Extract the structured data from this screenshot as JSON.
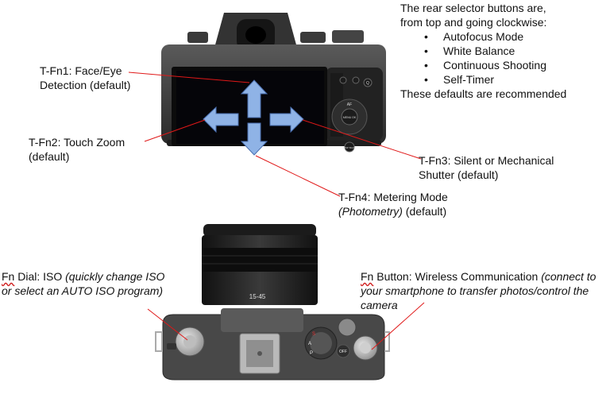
{
  "colors": {
    "annotation_line": "#e01818",
    "arrow_fill": "#8fb3e6",
    "arrow_stroke": "#4a6fb0",
    "camera_body": "#2b2b2b",
    "camera_metal": "#4e4e4e",
    "screen": "#0a0a0f"
  },
  "info": {
    "line1": "The rear selector buttons are,",
    "line2": "from top and going clockwise:",
    "items": [
      "Autofocus Mode",
      "White Balance",
      "Continuous Shooting",
      "Self-Timer"
    ],
    "footer": "These defaults are recommended"
  },
  "tfn1": {
    "line1": "T-Fn1: Face/Eye",
    "line2": "Detection (default)"
  },
  "tfn2": {
    "line1": "T-Fn2: Touch Zoom",
    "line2": "(default)"
  },
  "tfn3": {
    "line1": "T-Fn3: Silent or Mechanical",
    "line2": "Shutter (default)"
  },
  "tfn4": {
    "line1": "T-Fn4: Metering Mode",
    "line2_italic": "(Photometry)",
    "line2_rest": " (default)"
  },
  "fn_dial": {
    "prefix": "Fn",
    "line1_rest": " Dial: ISO ",
    "line1_italic": "(quickly change ISO",
    "line2_italic": "or select an AUTO ISO program)"
  },
  "fn_button": {
    "prefix": "Fn",
    "line1_rest": " Button: Wireless Communication ",
    "line1_italic": "(connect to",
    "line2_italic": "your smartphone to transfer photos/control the",
    "line3_italic": "camera"
  },
  "camera_rear": {
    "button_labels": [
      "AF",
      "MENU OK",
      "DISP BACK",
      "Q"
    ]
  },
  "camera_top": {
    "lens_marking": "15-45",
    "dial_marks": [
      "S",
      "A",
      "P",
      "OFF"
    ]
  }
}
